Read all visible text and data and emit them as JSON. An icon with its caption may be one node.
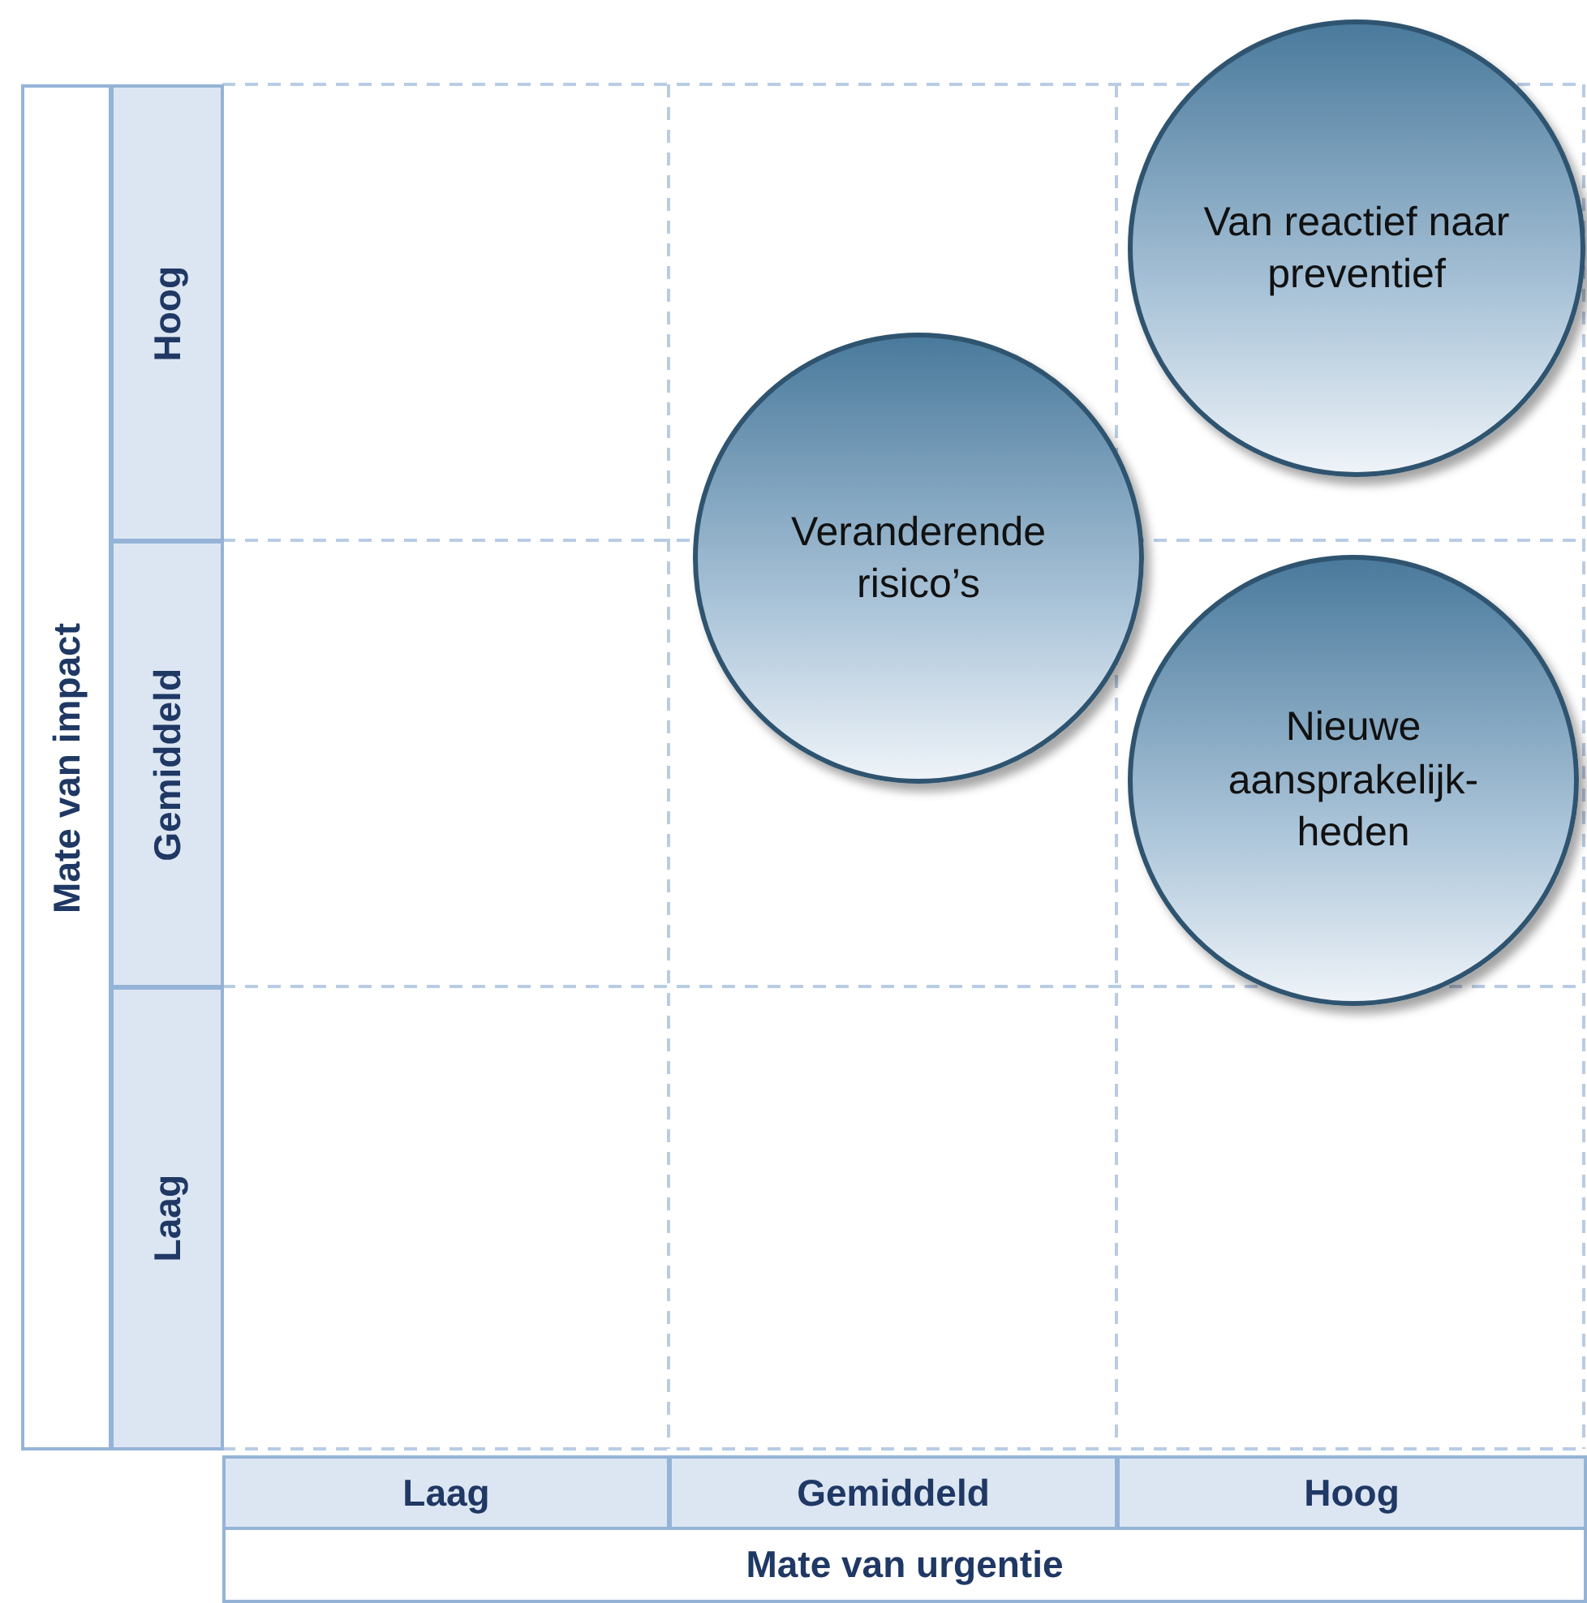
{
  "diagram": {
    "nodes": [
      {
        "text": [
          "Mate van impact"
        ]
      },
      {
        "text": [
          "Hoog"
        ]
      },
      {
        "text": [
          "Gemiddeld"
        ]
      },
      {
        "text": [
          "Laag"
        ]
      },
      {
        "text": [
          "Van reactief naar preventief"
        ]
      },
      {
        "text": [
          "Veranderende risico’s"
        ]
      },
      {
        "text": [
          "Nieuwe aansprakelijk-heden"
        ]
      },
      {
        "text": [
          "Laag"
        ]
      },
      {
        "text": [
          "Gemiddeld"
        ]
      },
      {
        "text": [
          "Hoog"
        ]
      },
      {
        "text": [
          "Mate van urgentie"
        ]
      }
    ]
  }
}
